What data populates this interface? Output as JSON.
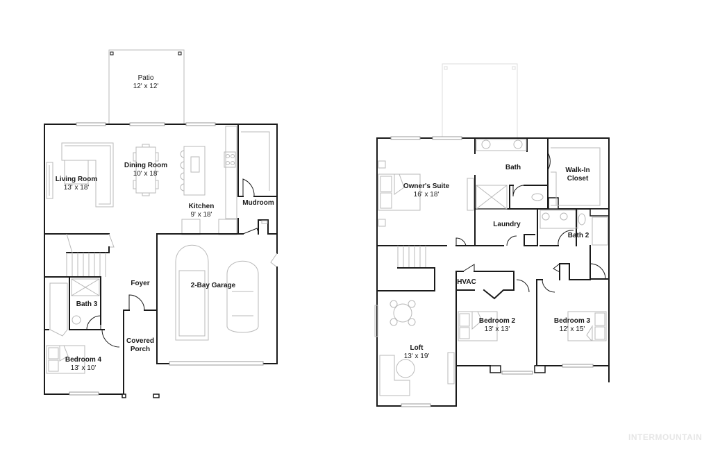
{
  "floor_plan": {
    "first_floor": {
      "rooms": [
        {
          "name": "Patio",
          "dimensions": "12' x 12'"
        },
        {
          "name": "Dining Room",
          "dimensions": "10' x 18'"
        },
        {
          "name": "Living Room",
          "dimensions": "13' x 18'"
        },
        {
          "name": "Kitchen",
          "dimensions": "9' x 18'"
        },
        {
          "name": "Mudroom",
          "dimensions": ""
        },
        {
          "name": "Foyer",
          "dimensions": ""
        },
        {
          "name": "2-Bay Garage",
          "dimensions": ""
        },
        {
          "name": "Bath 3",
          "dimensions": ""
        },
        {
          "name": "Covered Porch",
          "dimensions": ""
        },
        {
          "name": "Bedroom 4",
          "dimensions": "13' x 10'"
        }
      ]
    },
    "second_floor": {
      "rooms": [
        {
          "name": "Bath",
          "dimensions": ""
        },
        {
          "name": "Walk-In Closet",
          "dimensions": ""
        },
        {
          "name": "Owner's Suite",
          "dimensions": "16' x 18'"
        },
        {
          "name": "Laundry",
          "dimensions": ""
        },
        {
          "name": "Bath 2",
          "dimensions": ""
        },
        {
          "name": "HVAC",
          "dimensions": ""
        },
        {
          "name": "Bedroom 2",
          "dimensions": "13' x 13'"
        },
        {
          "name": "Bedroom 3",
          "dimensions": "12' x 15'"
        },
        {
          "name": "Loft",
          "dimensions": "13' x 19'"
        }
      ]
    }
  },
  "labels": {
    "patio_name": "Patio",
    "patio_dim": "12' x 12'",
    "dining_name": "Dining Room",
    "dining_dim": "10' x 18'",
    "living_name": "Living Room",
    "living_dim": "13' x 18'",
    "kitchen_name": "Kitchen",
    "kitchen_dim": "9' x 18'",
    "mudroom_name": "Mudroom",
    "foyer_name": "Foyer",
    "garage_name": "2-Bay Garage",
    "bath3_name": "Bath 3",
    "porch_name_1": "Covered",
    "porch_name_2": "Porch",
    "bed4_name": "Bedroom 4",
    "bed4_dim": "13' x 10'",
    "bath_name": "Bath",
    "closet_name_1": "Walk-In",
    "closet_name_2": "Closet",
    "owner_name": "Owner's Suite",
    "owner_dim": "16' x 18'",
    "laundry_name": "Laundry",
    "bath2_name": "Bath 2",
    "hvac_name": "HVAC",
    "bed2_name": "Bedroom 2",
    "bed2_dim": "13' x 13'",
    "bed3_name": "Bedroom 3",
    "bed3_dim": "12' x 15'",
    "loft_name": "Loft",
    "loft_dim": "13' x 19'"
  },
  "watermark": "INTERMOUNTAIN"
}
